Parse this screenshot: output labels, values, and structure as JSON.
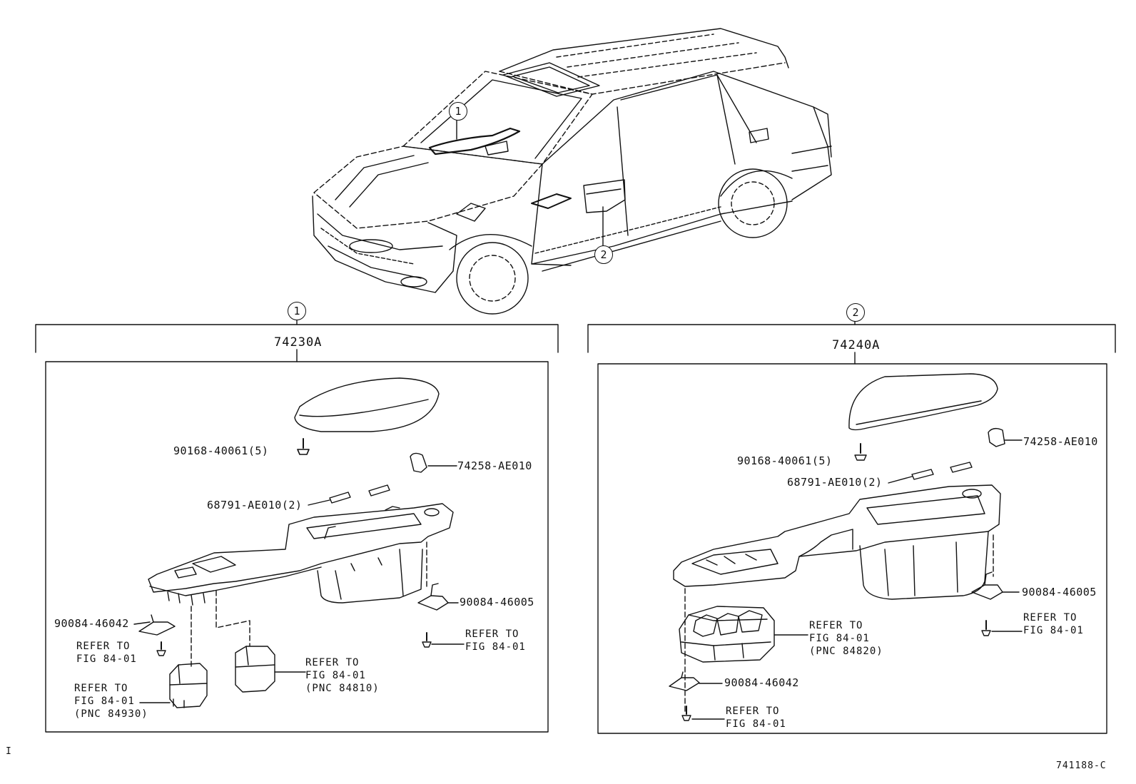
{
  "diagram": {
    "callouts": {
      "c1": "1",
      "c2": "2"
    },
    "assemblies": {
      "left": {
        "number": "74230A",
        "labels": {
          "screw": "90168-40061(5)",
          "clip": "74258-AE010",
          "pin": "68791-AE010(2)",
          "bracket_right": "90084-46005",
          "bracket_left": "90084-46042"
        },
        "refs": {
          "a": [
            "REFER TO",
            "FIG 84-01"
          ],
          "b": [
            "REFER TO",
            "FIG 84-01"
          ],
          "c": [
            "REFER TO",
            "FIG 84-01",
            "(PNC 84930)"
          ],
          "d": [
            "REFER TO",
            "FIG 84-01",
            "(PNC 84810)"
          ]
        }
      },
      "right": {
        "number": "74240A",
        "labels": {
          "screw": "90168-40061(5)",
          "clip": "74258-AE010",
          "pin": "68791-AE010(2)",
          "bracket_right": "90084-46005",
          "bracket_bottom": "90084-46042"
        },
        "refs": {
          "a": [
            "REFER TO",
            "FIG 84-01"
          ],
          "b": [
            "REFER TO",
            "FIG 84-01",
            "(PNC 84820)"
          ],
          "c": [
            "REFER TO",
            "FIG 84-01"
          ]
        }
      }
    },
    "page_marker": "I",
    "figure_code": "741188-C"
  }
}
